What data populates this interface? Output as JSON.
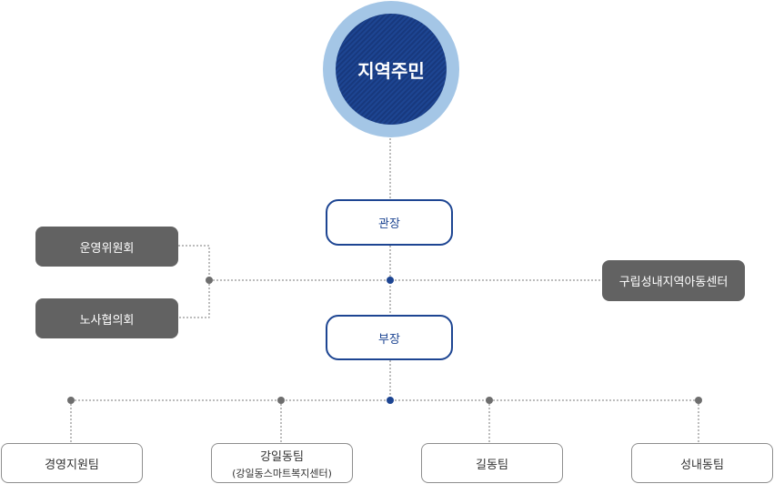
{
  "center": {
    "label": "지역주민"
  },
  "director": {
    "label": "관장"
  },
  "vice_director": {
    "label": "부장"
  },
  "committees": [
    {
      "label": "운영위원회"
    },
    {
      "label": "노사협의회"
    }
  ],
  "affiliate": {
    "label": "구립성내지역아동센터"
  },
  "teams": [
    {
      "label": "경영지원팀",
      "sub": ""
    },
    {
      "label": "강일동팀",
      "sub": "(강일동스마트복지센터)"
    },
    {
      "label": "길동팀",
      "sub": ""
    },
    {
      "label": "성내동팀",
      "sub": ""
    }
  ],
  "colors": {
    "navy": "#1d4592",
    "ring": "#a4c6e6",
    "gray_box": "#626262",
    "dot_gray": "#6e6e6e"
  }
}
